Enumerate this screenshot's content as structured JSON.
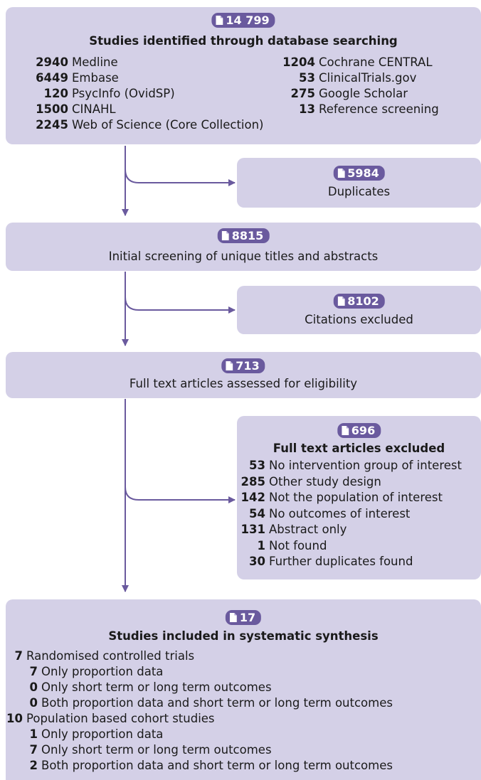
{
  "colors": {
    "box": "#d4d0e7",
    "accent": "#6a5a9e"
  },
  "identified": {
    "count": "14 799",
    "title": "Studies identified through database searching",
    "left": [
      {
        "n": "2940",
        "label": "Medline"
      },
      {
        "n": "6449",
        "label": "Embase"
      },
      {
        "n": "120",
        "label": "PsycInfo (OvidSP)"
      },
      {
        "n": "1500",
        "label": "CINAHL"
      },
      {
        "n": "2245",
        "label": "Web of Science (Core Collection)"
      }
    ],
    "right": [
      {
        "n": "1204",
        "label": "Cochrane CENTRAL"
      },
      {
        "n": "53",
        "label": "ClinicalTrials.gov"
      },
      {
        "n": "275",
        "label": "Google Scholar"
      },
      {
        "n": "13",
        "label": "Reference screening"
      }
    ]
  },
  "duplicates": {
    "count": "5984",
    "label": "Duplicates"
  },
  "screening": {
    "count": "8815",
    "label": "Initial screening of unique titles and abstracts"
  },
  "citations_excluded": {
    "count": "8102",
    "label": "Citations excluded"
  },
  "fulltext": {
    "count": "713",
    "label": "Full text articles assessed for eligibility"
  },
  "fulltext_excluded": {
    "count": "696",
    "title": "Full text articles excluded",
    "rows": [
      {
        "n": "53",
        "label": "No intervention group of interest"
      },
      {
        "n": "285",
        "label": "Other study design"
      },
      {
        "n": "142",
        "label": "Not the population of interest"
      },
      {
        "n": "54",
        "label": "No outcomes of interest"
      },
      {
        "n": "131",
        "label": "Abstract only"
      },
      {
        "n": "1",
        "label": "Not found"
      },
      {
        "n": "30",
        "label": "Further duplicates found"
      }
    ]
  },
  "included": {
    "count": "17",
    "title": "Studies included in systematic synthesis",
    "rows": [
      {
        "n": "7",
        "label": "Randomised controlled trials",
        "level": 0
      },
      {
        "n": "7",
        "label": "Only proportion data",
        "level": 1
      },
      {
        "n": "0",
        "label": "Only short term or long term outcomes",
        "level": 1
      },
      {
        "n": "0",
        "label": "Both proportion data and short term or long term outcomes",
        "level": 1
      },
      {
        "n": "10",
        "label": "Population based cohort studies",
        "level": 0
      },
      {
        "n": "1",
        "label": "Only proportion data",
        "level": 1
      },
      {
        "n": "7",
        "label": "Only short term or long term outcomes",
        "level": 1
      },
      {
        "n": "2",
        "label": "Both proportion data and short term or long term outcomes",
        "level": 1
      }
    ]
  }
}
